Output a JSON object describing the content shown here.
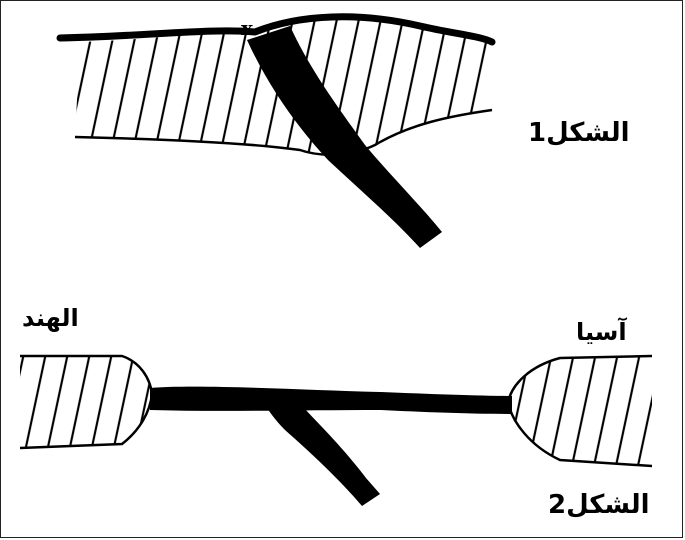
{
  "labels": {
    "point_x": "x",
    "figure1": "الشكل1",
    "india": "الهند",
    "asia": "آسيا",
    "figure2": "الشكل2"
  },
  "colors": {
    "ink": "#000000",
    "background": "#ffffff"
  }
}
